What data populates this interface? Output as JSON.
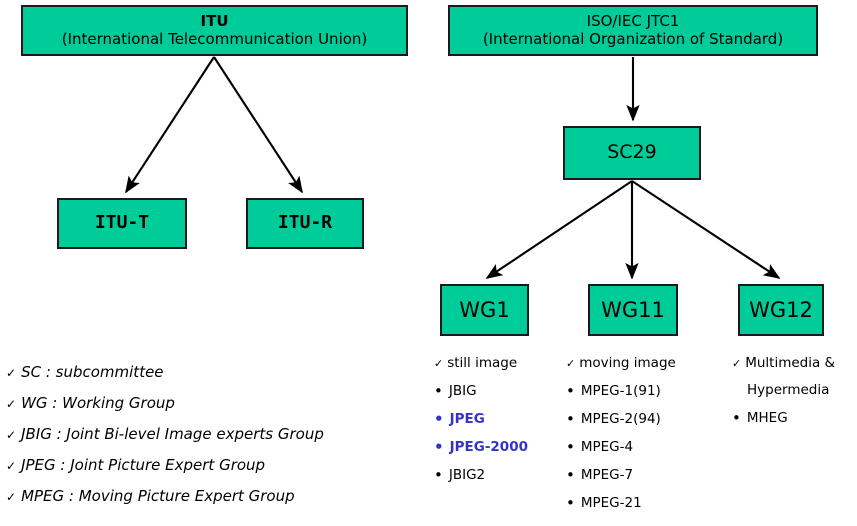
{
  "diagram": {
    "title": "Standards organizations hierarchy",
    "accent_color": "#00cc99",
    "border_color": "#1a1a1a",
    "highlight_color": "#3333cc",
    "nodes": {
      "itu": {
        "line1": "ITU",
        "line2": "(International Telecommunication Union)"
      },
      "iso": {
        "line1": "ISO/IEC JTC1",
        "line2": "(International Organization of Standard)"
      },
      "itu_t": {
        "label": "ITU-T"
      },
      "itu_r": {
        "label": "ITU-R"
      },
      "sc29": {
        "label": "SC29"
      },
      "wg1": {
        "label": "WG1"
      },
      "wg11": {
        "label": "WG11"
      },
      "wg12": {
        "label": "WG12"
      }
    },
    "lists": {
      "wg1": {
        "heading": "still image",
        "heading_line2": "",
        "items": [
          {
            "text": "JBIG",
            "highlight": false
          },
          {
            "text": "JPEG",
            "highlight": true
          },
          {
            "text": "JPEG-2000",
            "highlight": true
          },
          {
            "text": "JBIG2",
            "highlight": false
          }
        ]
      },
      "wg11": {
        "heading": "moving  image",
        "heading_line2": "",
        "items": [
          {
            "text": "MPEG-1(91)",
            "highlight": false
          },
          {
            "text": "MPEG-2(94)",
            "highlight": false
          },
          {
            "text": "MPEG-4",
            "highlight": false
          },
          {
            "text": "MPEG-7",
            "highlight": false
          },
          {
            "text": "MPEG-21",
            "highlight": false
          }
        ]
      },
      "wg12": {
        "heading": "Multimedia &",
        "heading_line2": "Hypermedia",
        "items": [
          {
            "text": "MHEG",
            "highlight": false
          }
        ]
      }
    },
    "legend": {
      "items": [
        "SC : subcommittee",
        "WG : Working Group",
        "JBIG : Joint Bi-level Image experts Group",
        "JPEG : Joint Picture Expert Group",
        "MPEG : Moving Picture Expert Group"
      ]
    },
    "glyphs": {
      "check": "✓",
      "bullet": "•"
    }
  }
}
